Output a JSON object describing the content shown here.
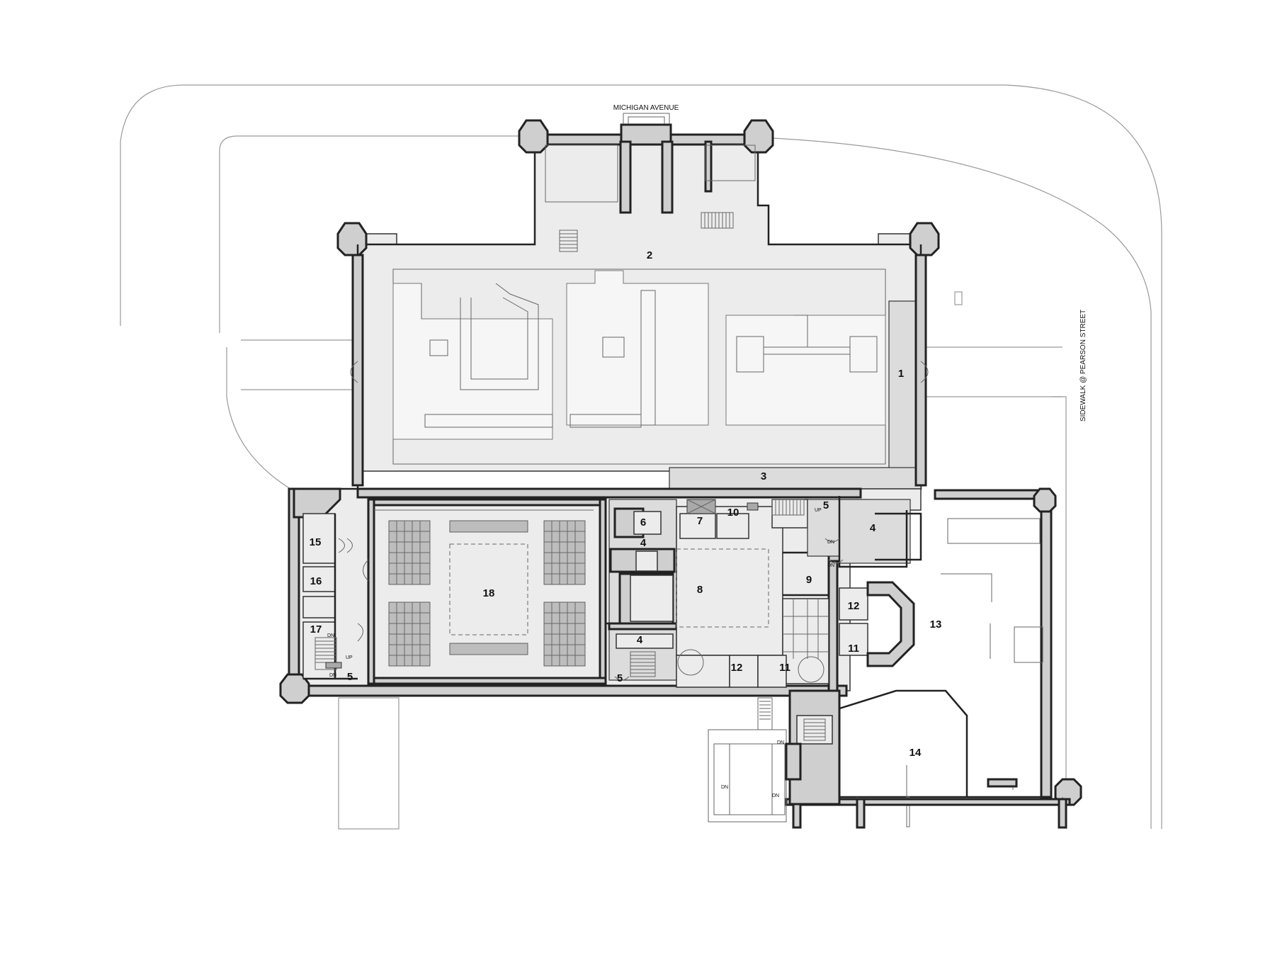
{
  "streets": {
    "north": "MICHIGAN AVENUE",
    "east": "SIDEWALK @ PEARSON STREET"
  },
  "rooms": [
    {
      "id": "room-1",
      "label": "1"
    },
    {
      "id": "room-2",
      "label": "2"
    },
    {
      "id": "room-3",
      "label": "3"
    },
    {
      "id": "room-4a",
      "label": "4"
    },
    {
      "id": "room-4b",
      "label": "4"
    },
    {
      "id": "room-4c",
      "label": "4"
    },
    {
      "id": "room-4d",
      "label": "4"
    },
    {
      "id": "room-5a",
      "label": "5"
    },
    {
      "id": "room-5b",
      "label": "5"
    },
    {
      "id": "room-5c",
      "label": "5"
    },
    {
      "id": "room-6",
      "label": "6"
    },
    {
      "id": "room-7",
      "label": "7"
    },
    {
      "id": "room-8",
      "label": "8"
    },
    {
      "id": "room-9",
      "label": "9"
    },
    {
      "id": "room-10",
      "label": "10"
    },
    {
      "id": "room-11a",
      "label": "11"
    },
    {
      "id": "room-11b",
      "label": "11"
    },
    {
      "id": "room-12a",
      "label": "12"
    },
    {
      "id": "room-12b",
      "label": "12"
    },
    {
      "id": "room-13",
      "label": "13"
    },
    {
      "id": "room-14",
      "label": "14"
    },
    {
      "id": "room-15",
      "label": "15"
    },
    {
      "id": "room-16",
      "label": "16"
    },
    {
      "id": "room-17",
      "label": "17"
    },
    {
      "id": "room-18",
      "label": "18"
    }
  ],
  "stair_marks": {
    "up": "UP",
    "down": "DN"
  }
}
